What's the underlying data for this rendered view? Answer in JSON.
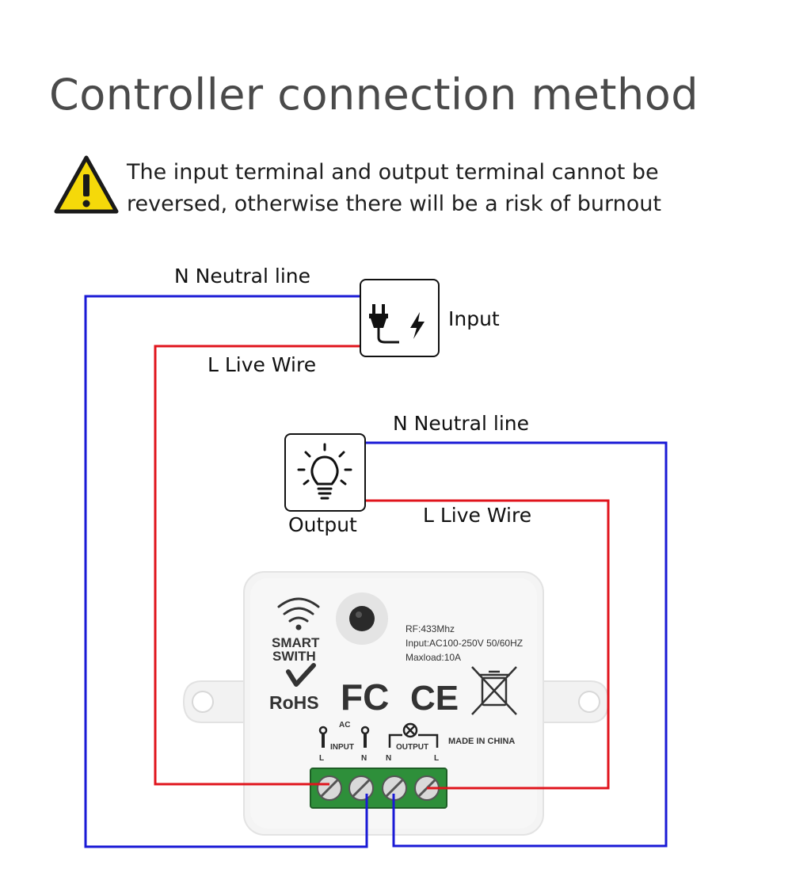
{
  "title": "Controller connection method",
  "warning": {
    "line1": "The input terminal and output terminal cannot be",
    "line2": "reversed, otherwise there will be a risk of burnout"
  },
  "input_side": {
    "neutral_label": "N  Neutral  line",
    "live_label": "L  Live Wire",
    "box_label": "Input",
    "icons": [
      "plug-icon",
      "lightning-icon"
    ]
  },
  "output_side": {
    "neutral_label": "N  Neutral  line",
    "live_label": "L  Live Wire",
    "box_label": "Output",
    "icons": [
      "light-bulb-icon"
    ]
  },
  "device": {
    "brand_line1": "SMART",
    "brand_line2": "SWITH",
    "spec_rf": "RF:433Mhz",
    "spec_input": "Input:AC100-250V 50/60HZ",
    "spec_load": "Maxload:10A",
    "cert_rohs": "RoHS",
    "cert_fc": "FC",
    "cert_ce": "CE",
    "made_in": "MADE IN CHINA",
    "ac": "AC",
    "input_label": "INPUT",
    "output_label": "OUTPUT",
    "term_l1": "L",
    "term_n1": "N",
    "term_n2": "N",
    "term_l2": "L"
  },
  "colors": {
    "neutral_wire": "#1a1ad6",
    "live_wire": "#e0141c",
    "terminal_block": "#2e8f3a",
    "warning_yellow": "#f5d90a"
  }
}
